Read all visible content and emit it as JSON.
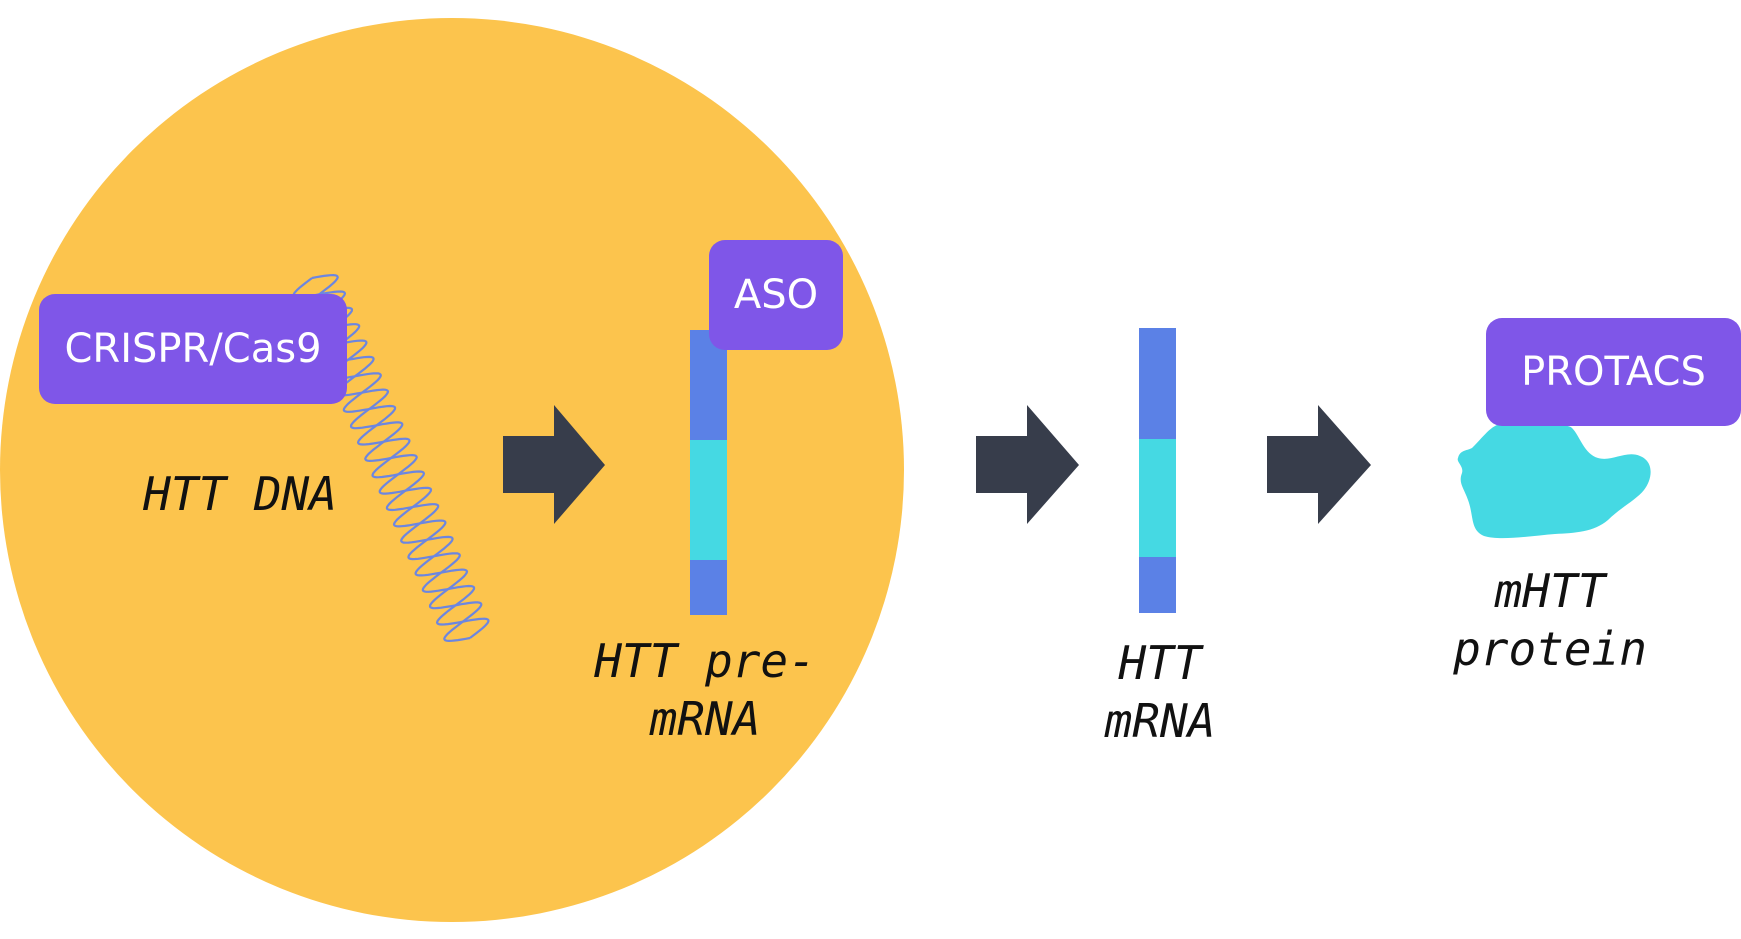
{
  "colors": {
    "nucleus": "#fcc44d",
    "label_box": "#7f56e8",
    "arrow": "#373d4b",
    "strand_blue": "#5b81e6",
    "strand_cyan": "#45d9e3",
    "dna_helix": "#6c86e0",
    "protein": "#45d9e3"
  },
  "labels": {
    "crispr": "CRISPR/Cas9",
    "aso": "ASO",
    "protacs": "PROTACS",
    "htt_dna": "HTT DNA",
    "htt_pre_mrna": "HTT pre-\nmRNA",
    "htt_mrna": "HTT\nmRNA",
    "mhtt_protein": "mHTT\nprotein"
  }
}
